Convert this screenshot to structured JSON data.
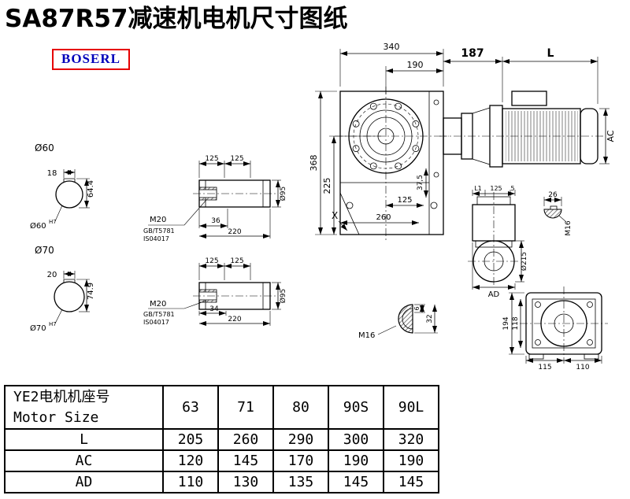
{
  "title": "SA87R57减速机电机尺寸图纸",
  "logo": "BOSERL",
  "bores": {
    "b60": {
      "label": "Ø60",
      "key_width": "18",
      "height": "64.4",
      "bore": "Ø60",
      "tol": "H7"
    },
    "b70": {
      "label": "Ø70",
      "key_width": "20",
      "height": "74.9",
      "bore": "Ø70",
      "tol": "H7"
    }
  },
  "shafts": {
    "s1": {
      "dim_a": "125",
      "dim_b": "125",
      "thread": "M20",
      "std1": "GB/T5781",
      "std2": "IS04017",
      "depth": "36",
      "length": "220",
      "dia": "Ø95"
    },
    "s2": {
      "dim_a": "125",
      "dim_b": "125",
      "thread": "M20",
      "std1": "GB/T5781",
      "std2": "IS04017",
      "depth": "34",
      "length": "220",
      "dia": "Ø95"
    }
  },
  "gearbox": {
    "width": "340",
    "width_right": "190",
    "height": "368",
    "height_lower": "225",
    "offset": "37,5",
    "base_a": "125",
    "base_b": "260",
    "mark": "X"
  },
  "motor": {
    "adapter_len": "187",
    "length": "L",
    "height": "AC"
  },
  "side_view": {
    "l1": "L1",
    "d_a": "125",
    "d_b": "5",
    "key_w": "26",
    "thread": "M16",
    "boss_dia": "Ø215",
    "width": "AD"
  },
  "plug": {
    "thread": "M16",
    "d_a": "6",
    "d_b": "32"
  },
  "rear_view": {
    "height": "194",
    "inner_height": "118",
    "foot_a": "115",
    "foot_b": "110"
  },
  "table": {
    "header_cn": "YE2电机机座号",
    "header_en": "Motor Size",
    "sizes": [
      "63",
      "71",
      "80",
      "90S",
      "90L"
    ],
    "rows": [
      {
        "label": "L",
        "values": [
          "205",
          "260",
          "290",
          "300",
          "320"
        ]
      },
      {
        "label": "AC",
        "values": [
          "120",
          "145",
          "170",
          "190",
          "190"
        ]
      },
      {
        "label": "AD",
        "values": [
          "110",
          "130",
          "135",
          "145",
          "145"
        ]
      }
    ]
  }
}
